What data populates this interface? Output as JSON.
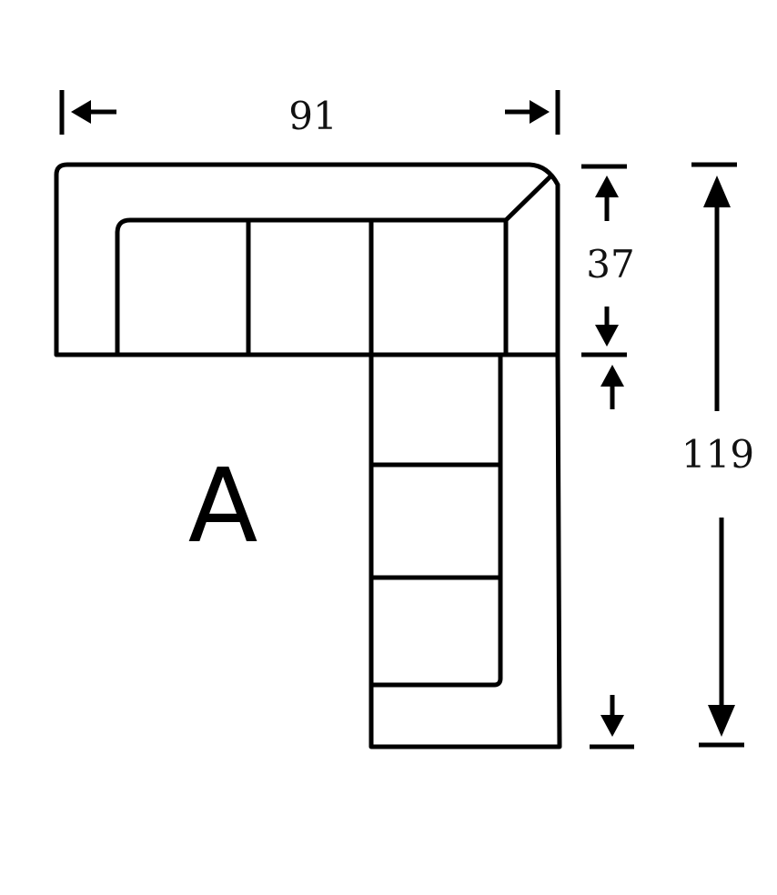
{
  "diagram": {
    "section_label": "A",
    "dimensions": {
      "width_label": "91",
      "seat_depth_label": "37",
      "total_length_label": "119"
    },
    "line_color": "#000000",
    "background_color": "#ffffff"
  }
}
